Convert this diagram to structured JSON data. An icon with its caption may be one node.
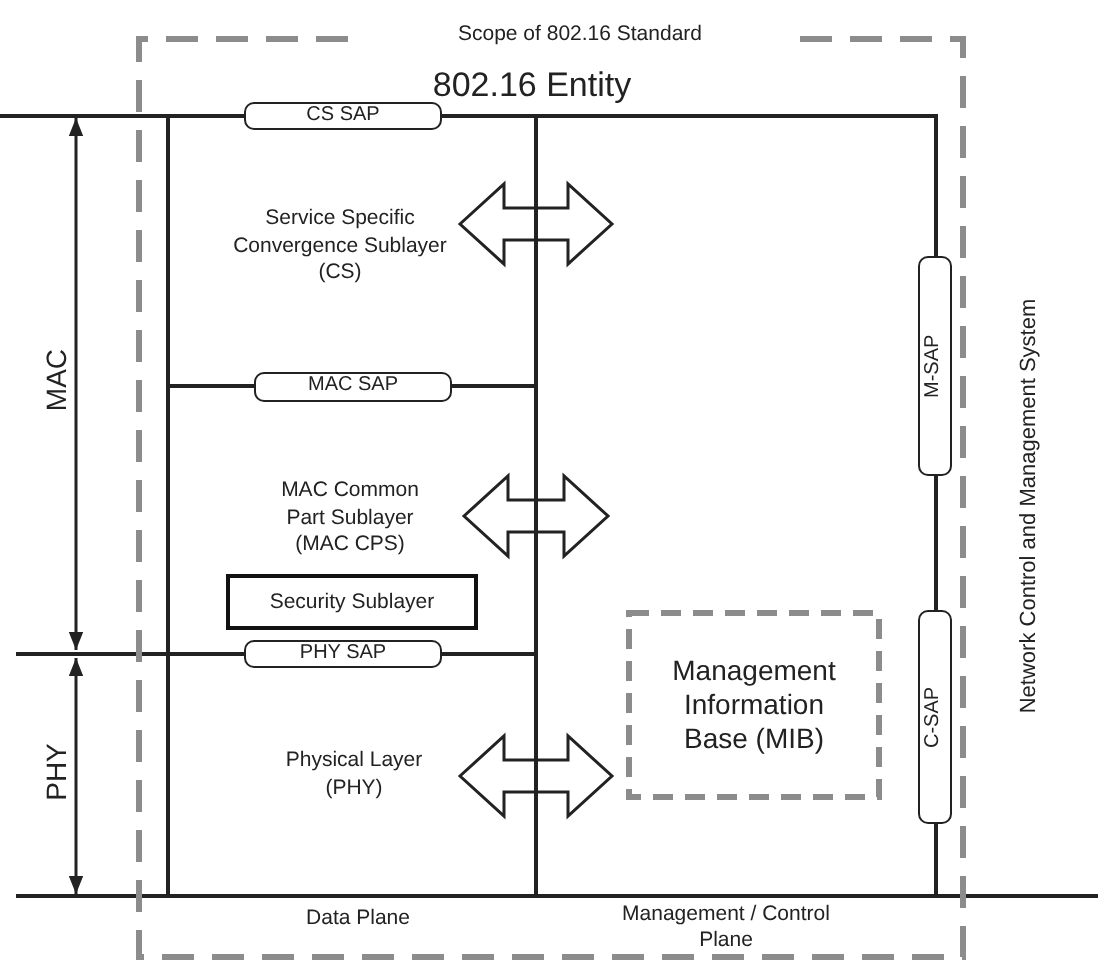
{
  "diagram": {
    "nodes": [
      {
        "text": [
          "Scope of 802.16 Standard"
        ]
      },
      {
        "text": [
          "802.16 Entity"
        ],
        "in": 0
      },
      {
        "text": [
          "Data Plane"
        ],
        "in": 1
      },
      {
        "text": [
          "Management / Control Plane"
        ],
        "in": 1
      },
      {
        "text": [
          "CS SAP"
        ],
        "in": 2
      },
      {
        "text": [
          "Service Specific Convergence Sublayer (CS)"
        ],
        "in": 2
      },
      {
        "text": [
          "MAC SAP"
        ],
        "in": 2
      },
      {
        "text": [
          "MAC Common Part Sublayer (MAC CPS)"
        ],
        "in": 2
      },
      {
        "text": [
          "Security Sublayer"
        ],
        "in": 2
      },
      {
        "text": [
          "PHY SAP"
        ],
        "in": 2
      },
      {
        "text": [
          "Physical Layer (PHY)"
        ],
        "in": 2
      },
      {
        "text": [
          "Management Information Base (MIB)"
        ],
        "in": 3
      },
      {
        "text": [
          "M-SAP"
        ],
        "in": 3
      },
      {
        "text": [
          "C-SAP"
        ],
        "in": 3
      }
    ],
    "edges": [
      {
        "from": 5,
        "to": 3,
        "arrow": "both"
      },
      {
        "from": 7,
        "to": 3,
        "arrow": "both"
      },
      {
        "from": 10,
        "to": 3,
        "arrow": "both"
      }
    ],
    "labels": [
      "MAC",
      "PHY",
      "Network Control and Management System"
    ]
  }
}
